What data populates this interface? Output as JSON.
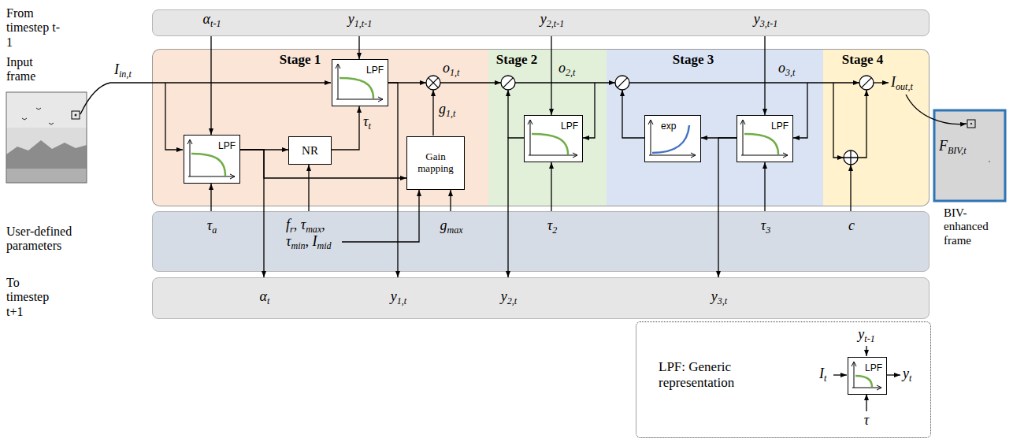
{
  "diagram": {
    "nodes": [
      {
        "text": [
          "αt-1",
          "y1,t-1",
          "y2,t-1",
          "y3,t-1"
        ]
      },
      {
        "text": [
          "Stage 1"
        ]
      },
      {
        "text": [
          "LPF"
        ],
        "in": 1
      },
      {
        "text": [
          "LPF"
        ],
        "in": 1
      },
      {
        "text": [
          "NR"
        ],
        "in": 1
      },
      {
        "text": [
          "Gain mapping"
        ],
        "in": 1
      },
      {
        "text": [
          "Stage 2"
        ]
      },
      {
        "text": [
          "LPF"
        ],
        "in": 6
      },
      {
        "text": [
          "Stage 3"
        ]
      },
      {
        "text": [
          "exp"
        ],
        "in": 8
      },
      {
        "text": [
          "LPF"
        ],
        "in": 8
      },
      {
        "text": [
          "Stage 4"
        ]
      },
      {
        "text": [
          "τa",
          "fr, τmax, τmin, Imid",
          "gmax",
          "τ2",
          "τ3",
          "c"
        ]
      },
      {
        "text": [
          "αt",
          "y1,t",
          "y2,t",
          "y3,t"
        ]
      },
      {
        "text": [
          "LPF: Generic representation"
        ]
      },
      {
        "text": [
          "LPF"
        ],
        "in": 14
      }
    ],
    "edges": [
      {
        "from": 0,
        "to": 3,
        "arrow": "to"
      },
      {
        "from": 0,
        "to": 2,
        "arrow": "to"
      },
      {
        "from": 0,
        "to": 7,
        "arrow": "to"
      },
      {
        "from": 0,
        "to": 10,
        "arrow": "to"
      },
      {
        "from": 3,
        "to": 4,
        "arrow": "to"
      },
      {
        "from": 3,
        "to": 5,
        "arrow": "to"
      },
      {
        "from": 3,
        "to": 13,
        "arrow": "to"
      },
      {
        "from": 4,
        "to": 2,
        "arrow": "to",
        "label": "τt"
      },
      {
        "from": 2,
        "to": 13,
        "arrow": "to"
      },
      {
        "from": 12,
        "to": 3,
        "arrow": "to"
      },
      {
        "from": 12,
        "to": 4,
        "arrow": "to"
      },
      {
        "from": 12,
        "to": 5,
        "arrow": "to"
      },
      {
        "from": 12,
        "to": 5,
        "arrow": "to"
      },
      {
        "from": 12,
        "to": 7,
        "arrow": "to"
      },
      {
        "from": 12,
        "to": 10,
        "arrow": "to"
      },
      {
        "from": 7,
        "to": 13,
        "arrow": "to"
      },
      {
        "from": 10,
        "to": 9,
        "arrow": "to"
      },
      {
        "from": 10,
        "to": 13,
        "arrow": "to"
      }
    ],
    "labels": [
      "From timestep t-1",
      "Input frame",
      "Iin,t",
      "User-defined parameters",
      "To timestep t+1",
      "o1,t",
      "g1,t",
      "o2,t",
      "o3,t",
      "Iout,t",
      "FBIV,t",
      "BIV- enhanced frame",
      "It",
      "yt-1",
      "yt",
      "τ"
    ]
  }
}
